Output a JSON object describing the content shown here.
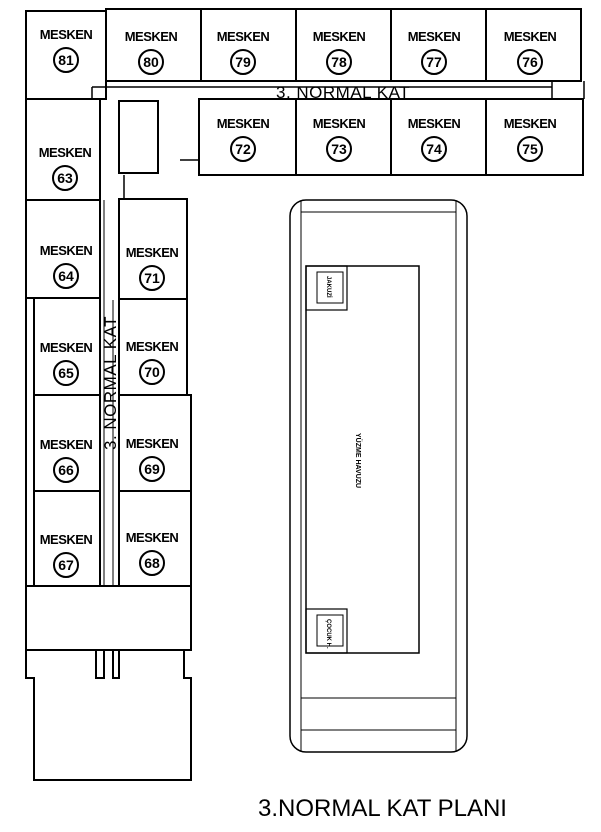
{
  "colors": {
    "line": "#000000",
    "background": "#ffffff"
  },
  "units": [
    {
      "id": "81",
      "label": "MESKEN",
      "number": "81"
    },
    {
      "id": "80",
      "label": "MESKEN",
      "number": "80"
    },
    {
      "id": "79",
      "label": "MESKEN",
      "number": "79"
    },
    {
      "id": "78",
      "label": "MESKEN",
      "number": "78"
    },
    {
      "id": "77",
      "label": "MESKEN",
      "number": "77"
    },
    {
      "id": "76",
      "label": "MESKEN",
      "number": "76"
    },
    {
      "id": "72",
      "label": "MESKEN",
      "number": "72"
    },
    {
      "id": "73",
      "label": "MESKEN",
      "number": "73"
    },
    {
      "id": "74",
      "label": "MESKEN",
      "number": "74"
    },
    {
      "id": "75",
      "label": "MESKEN",
      "number": "75"
    },
    {
      "id": "63",
      "label": "MESKEN",
      "number": "63"
    },
    {
      "id": "64",
      "label": "MESKEN",
      "number": "64"
    },
    {
      "id": "65",
      "label": "MESKEN",
      "number": "65"
    },
    {
      "id": "66",
      "label": "MESKEN",
      "number": "66"
    },
    {
      "id": "67",
      "label": "MESKEN",
      "number": "67"
    },
    {
      "id": "71",
      "label": "MESKEN",
      "number": "71"
    },
    {
      "id": "70",
      "label": "MESKEN",
      "number": "70"
    },
    {
      "id": "69",
      "label": "MESKEN",
      "number": "69"
    },
    {
      "id": "68",
      "label": "MESKEN",
      "number": "68"
    }
  ],
  "corridor_labels": {
    "horizontal": "3. NORMAL KAT",
    "vertical": "3. NORMAL KAT"
  },
  "pool": {
    "label": "YÜZME HAVUZU",
    "top_room": "JAKUZİ",
    "bottom_room": "ÇOCUK H."
  },
  "title": "3.NORMAL KAT PLANI"
}
